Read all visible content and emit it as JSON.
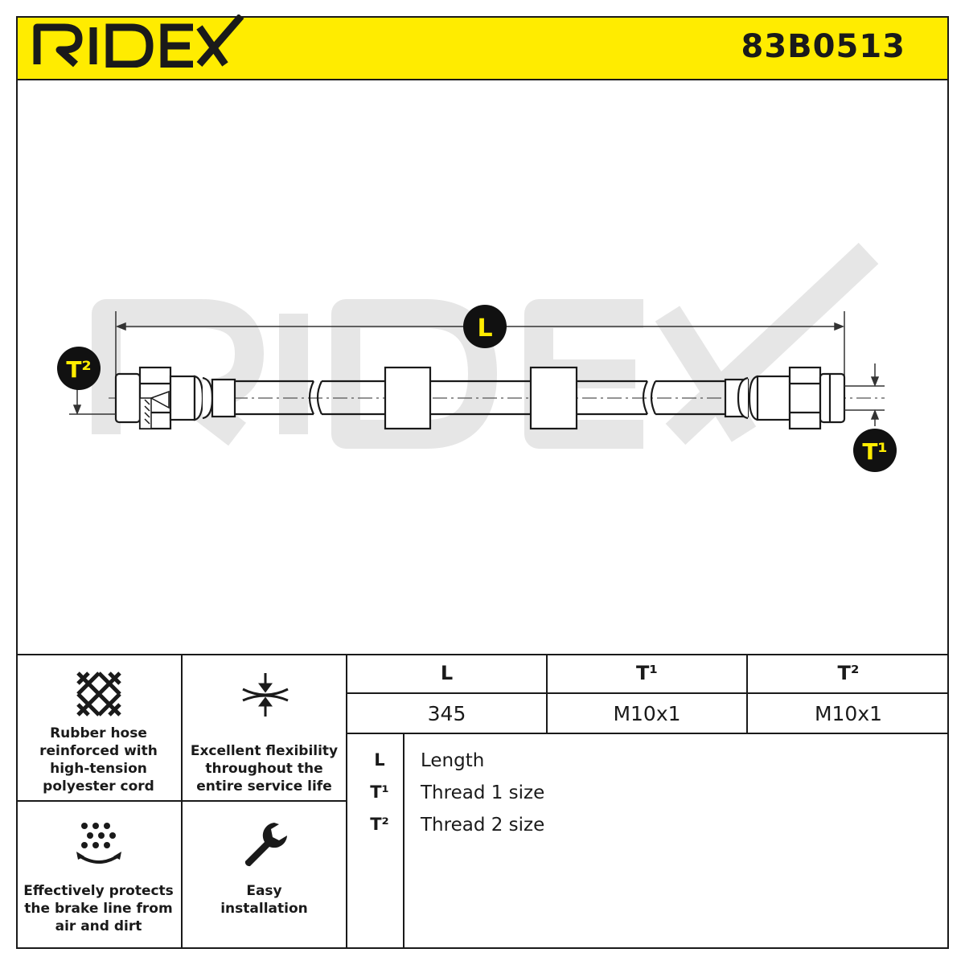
{
  "brand": {
    "name": "RIDEX",
    "part_number": "83B0513",
    "accent_color": "#ffec00"
  },
  "drawing": {
    "labels": {
      "length": "L",
      "thread1": "T¹",
      "thread2": "T²"
    },
    "watermark": "RIDEX"
  },
  "features": [
    {
      "icon": "mesh-icon",
      "lines": [
        "Rubber hose",
        "reinforced with",
        "high-tension",
        "polyester cord"
      ]
    },
    {
      "icon": "flexibility-icon",
      "lines": [
        "Excellent flexibility",
        "throughout the",
        "entire service life"
      ]
    },
    {
      "icon": "protection-icon",
      "lines": [
        "Effectively protects",
        "the brake line from",
        "air and dirt"
      ]
    },
    {
      "icon": "wrench-icon",
      "lines": [
        "Easy",
        "installation"
      ]
    }
  ],
  "spec_table": {
    "headers": [
      "L",
      "T¹",
      "T²"
    ],
    "values": [
      "345",
      "M10x1",
      "M10x1"
    ]
  },
  "legend": [
    {
      "key": "L",
      "desc": "Length"
    },
    {
      "key": "T¹",
      "desc": "Thread 1 size"
    },
    {
      "key": "T²",
      "desc": "Thread 2 size"
    }
  ]
}
